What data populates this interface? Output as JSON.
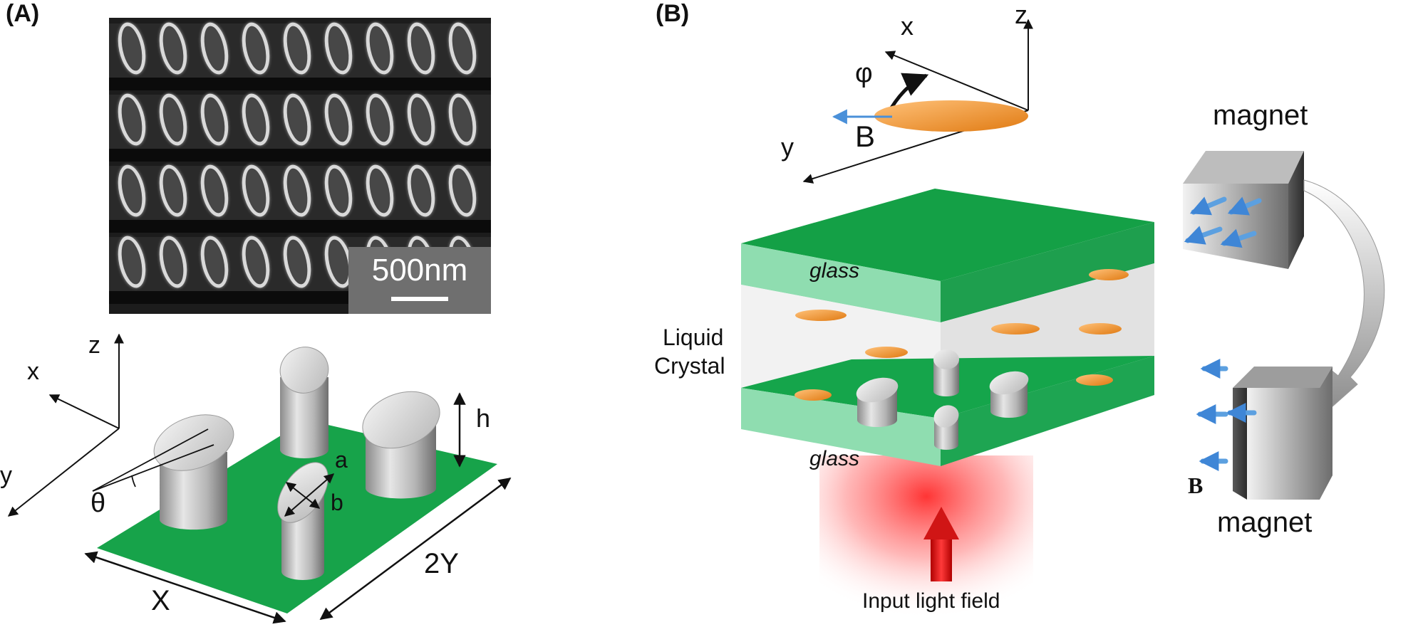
{
  "panel_a": {
    "label": "(A)",
    "scale_bar": "500nm",
    "axes": {
      "x": "x",
      "y": "y",
      "z": "z"
    },
    "dims": {
      "theta": "θ",
      "a": "a",
      "b": "b",
      "h": "h",
      "X": "X",
      "Y2": "2Y"
    }
  },
  "panel_b": {
    "label": "(B)",
    "axes": {
      "x": "x",
      "y": "y",
      "z": "z"
    },
    "phi": "φ",
    "field": "B",
    "magnet_top": "magnet",
    "magnet_bottom": "magnet",
    "field_bottom": "B",
    "glass_top": "glass",
    "glass_bottom": "glass",
    "lc_line1": "Liquid",
    "lc_line2": "Crystal",
    "input_light": "Input light field"
  },
  "colors": {
    "substrate_green": "#17a34a",
    "glass_green": "#1fae55",
    "lc_orange": "#f29a2e",
    "field_blue": "#4a90d9",
    "light_red": "#e01818"
  }
}
